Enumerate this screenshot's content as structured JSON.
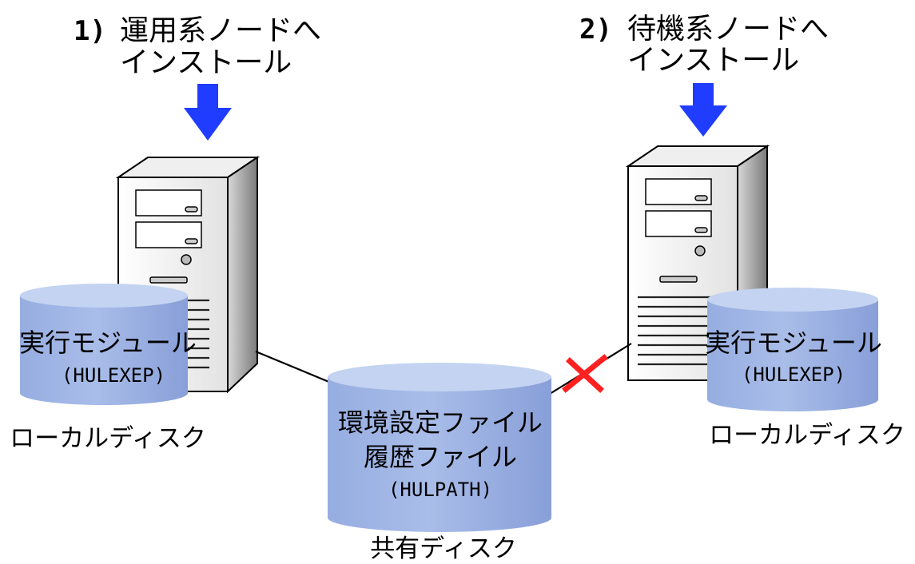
{
  "active_node": {
    "step": "1)",
    "line1": "運用系ノードへ",
    "line2": "インストール"
  },
  "standby_node": {
    "step": "2)",
    "line1": "待機系ノードへ",
    "line2": "インストール"
  },
  "active_local_disk": {
    "line1": "実行モジュール",
    "line2": "(HULEXEP)",
    "caption": "ローカルディスク"
  },
  "shared_disk": {
    "line1": "環境設定ファイル",
    "line2": "履歴ファイル",
    "line3": "(HULPATH)",
    "caption": "共有ディスク"
  },
  "standby_local_disk": {
    "line1": "実行モジュール",
    "line2": "(HULEXEP)",
    "caption": "ローカルディスク"
  },
  "icons": {
    "install_arrow": "arrow-down-icon",
    "server": "server-tower-icon",
    "disk": "database-cylinder-icon",
    "blocked_connection": "cross-icon"
  },
  "colors": {
    "arrow": "#1f3cff",
    "cross": "#ff2020",
    "disk_body": "#a9bde9",
    "disk_top": "#c3d3f1",
    "connector": "#000000"
  }
}
